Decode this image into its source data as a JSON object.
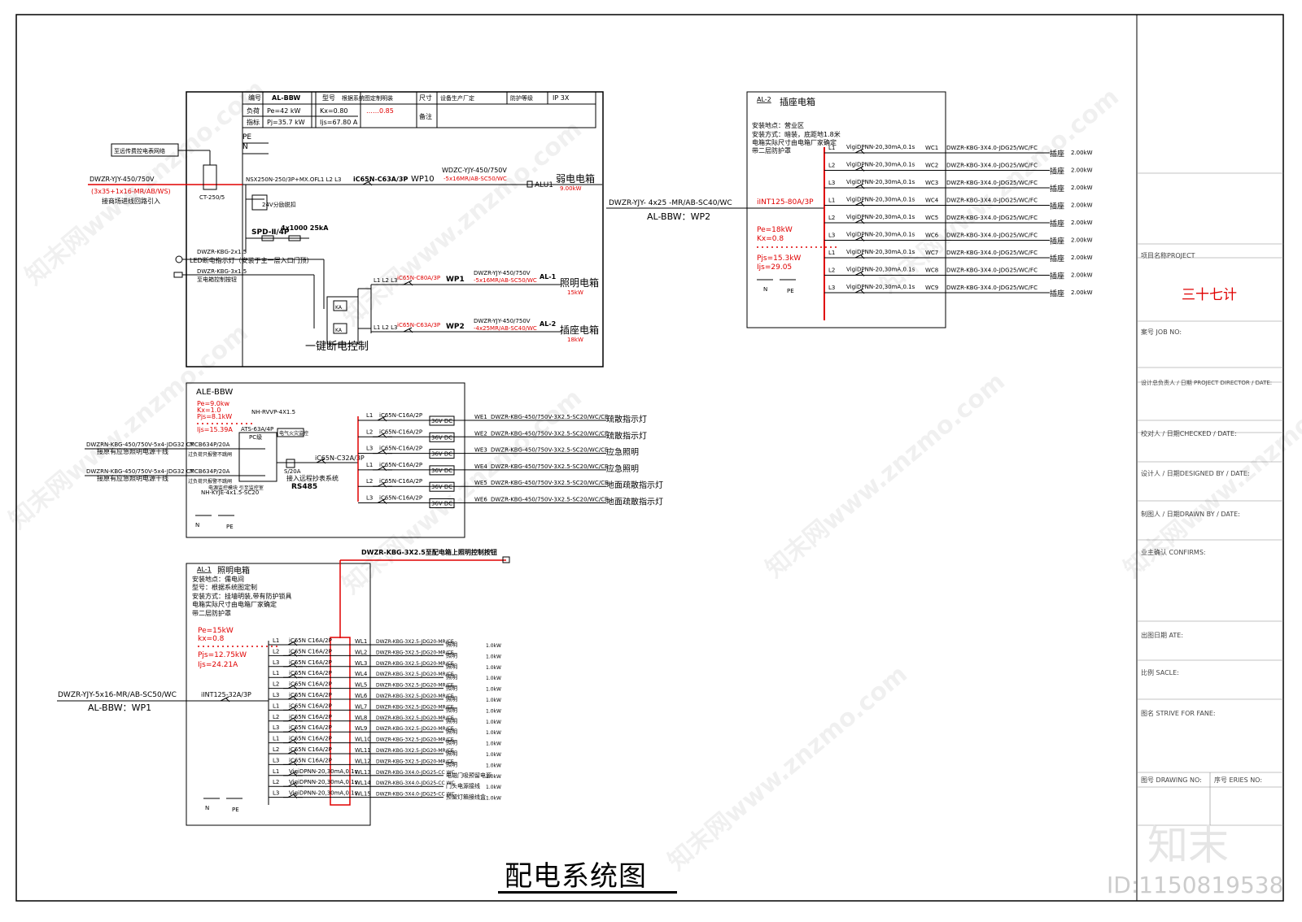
{
  "drawing_title": "配电系统图",
  "id_mark": "ID:1150819538",
  "logo_text": "知末",
  "watermark": "知末网www.znzmo.com",
  "title_block": {
    "project_name_label": "项目名称PROJECT",
    "project_name_value": "三十七计",
    "job_no_label": "案号 JOB NO:",
    "director_label": "设计总负责人 / 日期 PROJECT DIRECTOR / DATE:",
    "checked_label": "校对人 / 日期CHECKED / DATE:",
    "designed_label": "设计人 / 日期DESIGNED BY / DATE:",
    "drawn_label": "制图人 / 日期DRAWN BY / DATE:",
    "confirms_label": "业主确认 CONFIRMS:",
    "date_label": "出图日期 ATE:",
    "scale_label": "比例 SACLE:",
    "drawing_name_label": "图名 STRIVE FOR FANE:",
    "drawing_no_label": "图号 DRAWING NO:",
    "series_no_label": "序号 ERIES NO:"
  },
  "al_bbw": {
    "header": {
      "no_label": "编号",
      "no_value": "AL-BBW",
      "type_label": "型号",
      "type_value": "根据系统图定制明装",
      "size_label": "尺寸",
      "size_value": "设备生产厂定",
      "protection_label": "防护等级",
      "protection_value": "IP 3X",
      "load_label": "负荷",
      "index_label": "指标",
      "pe": "Pe=42 kW",
      "kx": "Kx=0.80",
      "cos": "……0.85",
      "pjs": "Pj=35.7 kW",
      "ijs": "Ijs=67.80 A",
      "note_label": "备注"
    },
    "incoming_cable": "DWZR-YJY-450/750V",
    "incoming_spec": "(3x35+1x16-MR/AB/WS)",
    "incoming_note": "接商场进线回路引入",
    "meter_note": "至远传费控电表网络",
    "ct": "CT-250/5",
    "pe_label": "PE",
    "n_label": "N",
    "main_breaker": "NSX250N-250/3P+MX.OF",
    "phases": "L1 L2 L3",
    "wp10_breaker": "iC65N-C63A/3P",
    "wp10": "WP10",
    "wp10_cable": "WDZC-YJY-450/750V",
    "wp10_cable2": "-5x16MR/AB-SC50/WC",
    "alu1": "ALU1",
    "alu1_name": "弱电电箱",
    "alu1_load": "9.00kW",
    "dc24": "24V分励脱扣",
    "spd": "SPD-Ⅱ/4P",
    "spd2": "4x1000 25kA",
    "led_cable": "DWZR-KBG-2x1.5",
    "led_note": "LED断电指示灯（安装于主一层入口门顶）",
    "btn_cable": "DWZR-KBG-3x1.5",
    "btn_note": "至电箱控制按钮",
    "ka": "KA",
    "cut_control": "一键断电控制",
    "wp1_phases": "L1 L2 L3",
    "wp1_breaker": "iC65N-C80A/3P",
    "wp1": "WP1",
    "wp1_cable": "DWZR-YJY-450/750V",
    "wp1_cable2": "-5x16MR/AB-SC50/WC",
    "al1": "AL-1",
    "al1_name": "照明电箱",
    "al1_load": "15kW",
    "wp2_breaker": "iC65N-C63A/3P",
    "wp2": "WP2",
    "wp2_cable": "DWZR-YJY-450/750V",
    "wp2_cable2": "-4x25MR/AB-SC40/WC",
    "al2": "AL-2",
    "al2_name": "插座电箱",
    "al2_load": "18kW"
  },
  "al2_box": {
    "title": "AL-2",
    "name": "插座电箱",
    "location": "安装地点：营业区",
    "install": "安装方式：暗装，底距地1.8米",
    "size": "电箱实际尺寸由电箱厂家确定",
    "cover": "带二层防护罩",
    "feed_cable": "DWZR-YJY- 4x25 -MR/AB-SC40/WC",
    "feed_from": "AL-BBW：WP2",
    "main_breaker": "iINT125-80A/3P",
    "pe": "Pe=18kW",
    "kx": "Kx=0.8",
    "pjs": "Pjs=15.3kW",
    "ijs": "Ijs=29.05",
    "n_label": "N",
    "pe_label": "PE",
    "circuits": [
      {
        "phase": "L1",
        "breaker": "VigiDPNN-20,30mA,0.1s",
        "id": "WC1",
        "cable": "DWZR-KBG-3X4.0-JDG25/WC/FC",
        "use": "插座",
        "load": "2.00kW"
      },
      {
        "phase": "L2",
        "breaker": "VigiDPNN-20,30mA,0.1s",
        "id": "WC2",
        "cable": "DWZR-KBG-3X4.0-JDG25/WC/FC",
        "use": "插座",
        "load": "2.00kW"
      },
      {
        "phase": "L3",
        "breaker": "VigiDPNN-20,30mA,0.1s",
        "id": "WC3",
        "cable": "DWZR-KBG-3X4.0-JDG25/WC/FC",
        "use": "插座",
        "load": "2.00kW"
      },
      {
        "phase": "L1",
        "breaker": "VigiDPNN-20,30mA,0.1s",
        "id": "WC4",
        "cable": "DWZR-KBG-3X4.0-JDG25/WC/FC",
        "use": "插座",
        "load": "2.00kW"
      },
      {
        "phase": "L2",
        "breaker": "VigiDPNN-20,30mA,0.1s",
        "id": "WC5",
        "cable": "DWZR-KBG-3X4.0-JDG25/WC/FC",
        "use": "插座",
        "load": "2.00kW"
      },
      {
        "phase": "L3",
        "breaker": "VigiDPNN-20,30mA,0.1s",
        "id": "WC6",
        "cable": "DWZR-KBG-3X4.0-JDG25/WC/FC",
        "use": "插座",
        "load": "2.00kW"
      },
      {
        "phase": "L1",
        "breaker": "VigiDPNN-20,30mA,0.1s",
        "id": "WC7",
        "cable": "DWZR-KBG-3X4.0-JDG25/WC/FC",
        "use": "插座",
        "load": "2.00kW"
      },
      {
        "phase": "L2",
        "breaker": "VigiDPNN-20,30mA,0.1s",
        "id": "WC8",
        "cable": "DWZR-KBG-3X4.0-JDG25/WC/FC",
        "use": "插座",
        "load": "2.00kW"
      },
      {
        "phase": "L3",
        "breaker": "VigiDPNN-20,30mA,0.1s",
        "id": "WC9",
        "cable": "DWZR-KBG-3X4.0-JDG25/WC/FC",
        "use": "插座",
        "load": "2.00kW"
      }
    ]
  },
  "ale_bbw": {
    "title": "ALE-BBW",
    "pe": "Pe=9.0kw",
    "kx": "Kx=1.0",
    "pjs": "Pjs=8.1kW",
    "ijs": "Ijs=15.39A",
    "in1_cable": "DWZRN-KBG-450/750V-5x4-JDG32 CT",
    "in1_note": "接原有应急照明电源干线",
    "in2_cable": "DWZRN-KBG-450/750V-5x4-JDG32 CT",
    "in2_note": "接原有应急照明电源干线",
    "mcb1": "MCB634P/20A",
    "mcb1_note": "过负荷只报警不跳闸",
    "mcb2": "MCB634P/20A",
    "mcb2_note": "过负荷只报警不跳闸",
    "rvvp": "NH-RVVP-4X1.5",
    "ats": "ATS-63A/4P",
    "ats2": "PC级",
    "fire": "电气火灾监控",
    "fire_note": "电源监控模块 引至监控室",
    "kyjv": "NH-KYJE-4x1.5-SC20",
    "s20a": "S/20A",
    "remote": "接入远程抄表系统",
    "rs485": "RS485",
    "main_breaker": "iC65N-C32A/3P",
    "n_label": "N",
    "pe_label": "PE",
    "circuits": [
      {
        "phase": "L1",
        "breaker": "iC65N-C16A/2P",
        "dc": "36V DC",
        "id": "WE1",
        "cable": "DWZR-KBG-450/750V-3X2.5-SC20/WC/CE",
        "use": "疏散指示灯"
      },
      {
        "phase": "L2",
        "breaker": "iC65N-C16A/2P",
        "dc": "36V DC",
        "id": "WE2",
        "cable": "DWZR-KBG-450/750V-3X2.5-SC20/WC/CE",
        "use": "疏散指示灯"
      },
      {
        "phase": "L3",
        "breaker": "iC65N-C16A/2P",
        "dc": "36V DC",
        "id": "WE3",
        "cable": "DWZR-KBG-450/750V-3X2.5-SC20/WC/CE",
        "use": "应急照明"
      },
      {
        "phase": "L1",
        "breaker": "iC65N-C16A/2P",
        "dc": "36V DC",
        "id": "WE4",
        "cable": "DWZR-KBG-450/750V-3X2.5-SC20/WC/CE",
        "use": "应急照明"
      },
      {
        "phase": "L2",
        "breaker": "iC65N-C16A/2P",
        "dc": "36V DC",
        "id": "WE5",
        "cable": "DWZR-KBG-450/750V-3X2.5-SC20/WC/CE",
        "use": "地面疏散指示灯"
      },
      {
        "phase": "L3",
        "breaker": "iC65N-C16A/2P",
        "dc": "36V DC",
        "id": "WE6",
        "cable": "DWZR-KBG-450/750V-3X2.5-SC20/WC/CE",
        "use": "地面疏散指示灯"
      }
    ]
  },
  "al1_box": {
    "title": "AL-1",
    "name": "照明电箱",
    "location": "安装地点：儒电间",
    "model": "型号：根据系统图定制",
    "install": "安装方式：挂墙明装,带有防护锁具",
    "size": "电箱实际尺寸由电箱厂家确定",
    "cover": "带二层防护罩",
    "top_cable": "DWZR-KBG-3X2.5至配电箱上照明控制按钮",
    "pe": "Pe=15kW",
    "kx": "kx=0.8",
    "pjs": "Pjs=12.75kW",
    "ijs": "Ijs=24.21A",
    "feed_cable": "DWZR-YJY-5x16-MR/AB-SC50/WC",
    "feed_from": "AL-BBW：WP1",
    "main_breaker": "iINT125-32A/3P",
    "n_label": "N",
    "pe_label": "PE",
    "circuits": [
      {
        "phase": "L1",
        "breaker": "iC65N C16A/2P",
        "id": "WL1",
        "cable": "DWZR-KBG-3X2.5-JDG20-MR/CE",
        "use": "照明",
        "load": "1.0kW"
      },
      {
        "phase": "L2",
        "breaker": "iC65N C16A/2P",
        "id": "WL2",
        "cable": "DWZR-KBG-3X2.5-JDG20-MR/CE",
        "use": "照明",
        "load": "1.0kW"
      },
      {
        "phase": "L3",
        "breaker": "iC65N C16A/2P",
        "id": "WL3",
        "cable": "DWZR-KBG-3X2.5-JDG20-MR/CE",
        "use": "照明",
        "load": "1.0kW"
      },
      {
        "phase": "L1",
        "breaker": "iC65N C16A/2P",
        "id": "WL4",
        "cable": "DWZR-KBG-3X2.5-JDG20-MR/CE",
        "use": "照明",
        "load": "1.0kW"
      },
      {
        "phase": "L2",
        "breaker": "iC65N C16A/2P",
        "id": "WL5",
        "cable": "DWZR-KBG-3X2.5-JDG20-MR/CE",
        "use": "照明",
        "load": "1.0kW"
      },
      {
        "phase": "L3",
        "breaker": "iC65N C16A/2P",
        "id": "WL6",
        "cable": "DWZR-KBG-3X2.5-JDG20-MR/CE",
        "use": "照明",
        "load": "1.0kW"
      },
      {
        "phase": "L1",
        "breaker": "iC65N C16A/2P",
        "id": "WL7",
        "cable": "DWZR-KBG-3X2.5-JDG20-MR/CE",
        "use": "照明",
        "load": "1.0kW"
      },
      {
        "phase": "L2",
        "breaker": "iC65N C16A/2P",
        "id": "WL8",
        "cable": "DWZR-KBG-3X2.5-JDG20-MR/CE",
        "use": "照明",
        "load": "1.0kW"
      },
      {
        "phase": "L3",
        "breaker": "iC65N C16A/2P",
        "id": "WL9",
        "cable": "DWZR-KBG-3X2.5-JDG20-MR/CE",
        "use": "照明",
        "load": "1.0kW"
      },
      {
        "phase": "L1",
        "breaker": "iC65N C16A/2P",
        "id": "WL10",
        "cable": "DWZR-KBG-3X2.5-JDG20-MR/CE",
        "use": "照明",
        "load": "1.0kW"
      },
      {
        "phase": "L2",
        "breaker": "iC65N C16A/2P",
        "id": "WL11",
        "cable": "DWZR-KBG-3X2.5-JDG20-MR/CE",
        "use": "照明",
        "load": "1.0kW"
      },
      {
        "phase": "L3",
        "breaker": "iC65N C16A/2P",
        "id": "WL12",
        "cable": "DWZR-KBG-3X2.5-JDG20-MR/CE",
        "use": "照明",
        "load": "1.0kW"
      },
      {
        "phase": "L1",
        "breaker": "VigiDPNN-20,30mA,0.1s",
        "id": "WL13",
        "cable": "DWZR-KBG-3X4.0-JDG25-CC WC",
        "use": "电磁门吸预留电源",
        "load": "1.0kW"
      },
      {
        "phase": "L2",
        "breaker": "VigiDPNN-20,30mA,0.1s",
        "id": "WL14",
        "cable": "DWZR-KBG-3X4.0-JDG25-CC WC",
        "use": "门头电源接线",
        "load": "1.0kW"
      },
      {
        "phase": "L3",
        "breaker": "VigiDPNN-20,30mA,0.1s",
        "id": "WL15",
        "cable": "DWZR-KBG-3X4.0-JDG25-CC WC",
        "use": "预留灯箱接线盒",
        "load": "1.0kW"
      }
    ]
  },
  "colors": {
    "line": "#000000",
    "accent": "#e00000",
    "frame": "#000000"
  }
}
